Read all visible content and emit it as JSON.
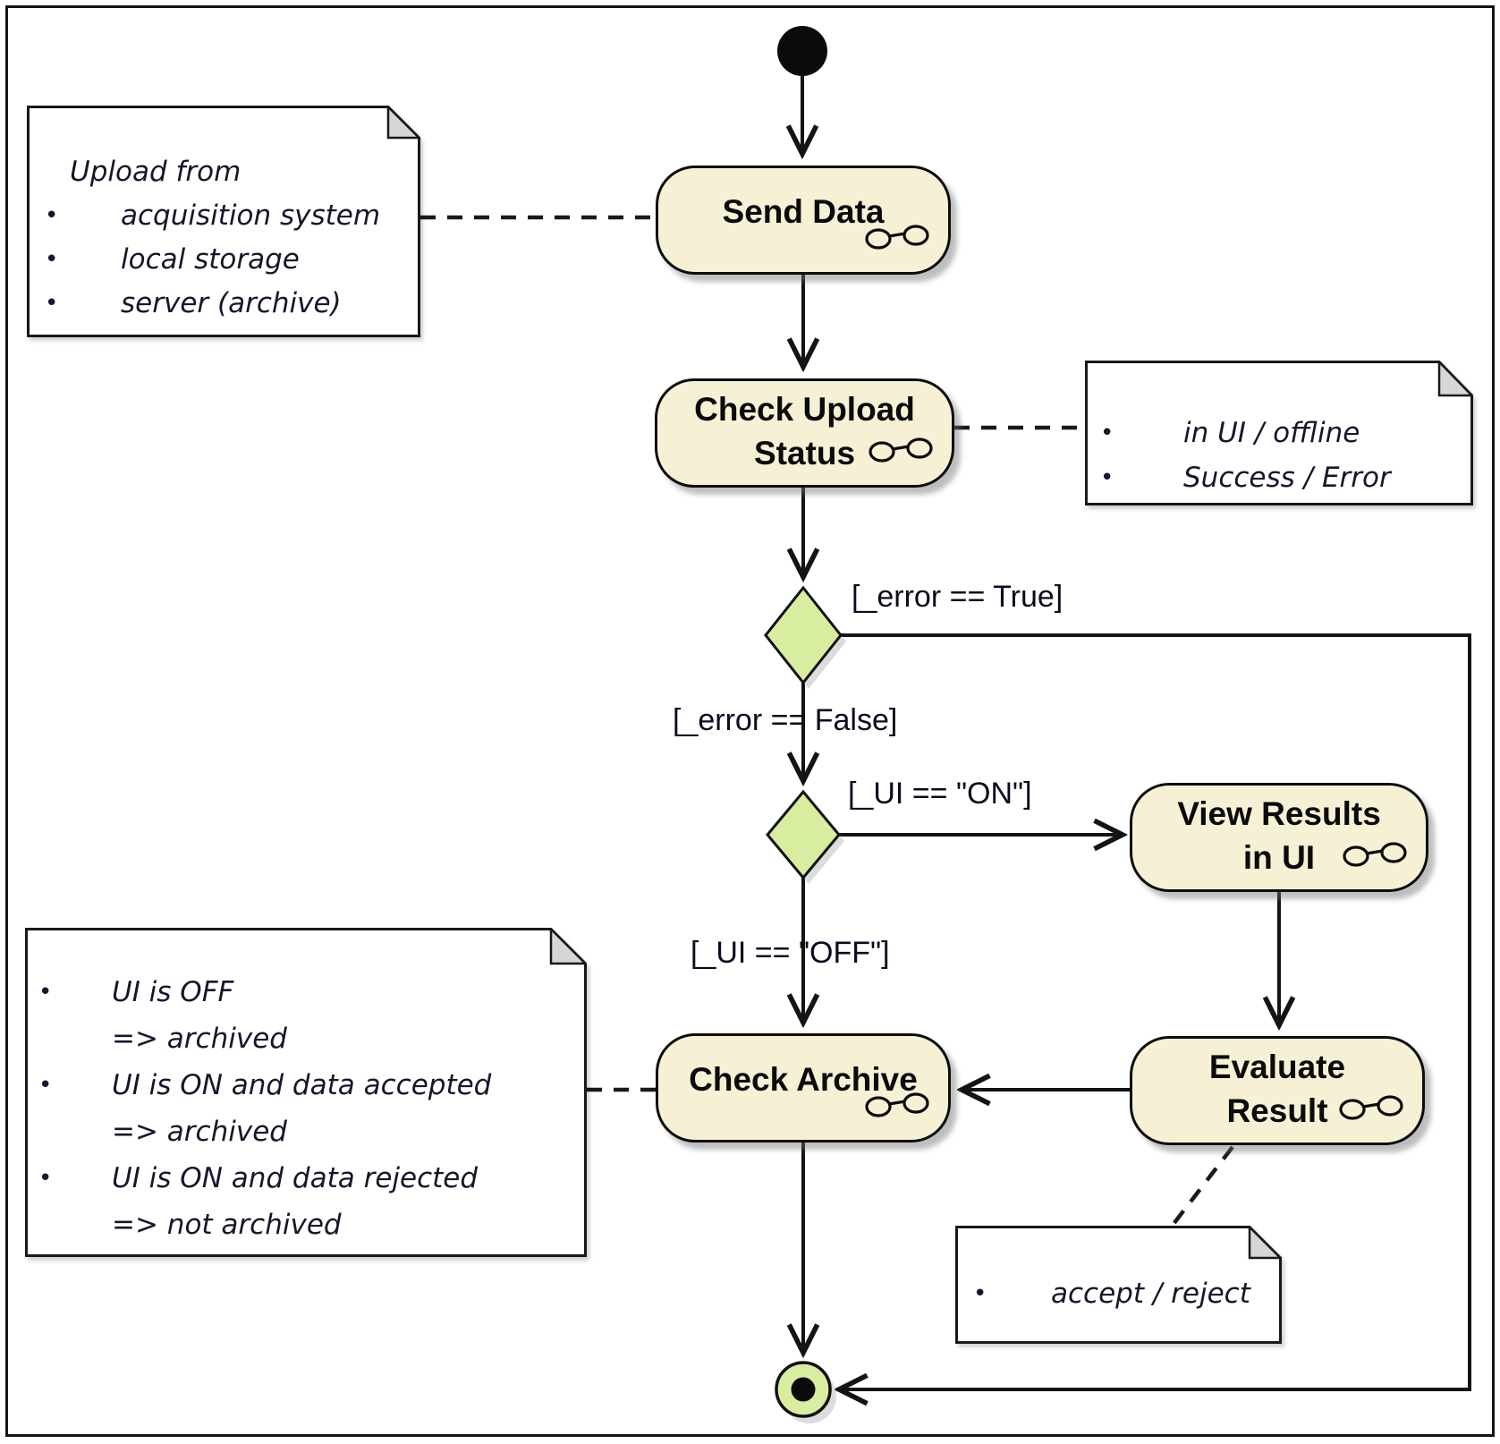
{
  "diagram": {
    "type": "uml-activity-diagram",
    "bullet": "•",
    "colors": {
      "action_fill": "#f6f1d5",
      "action_border": "#0d0d0d",
      "decision_fill": "#d9eda1",
      "final_fill": "#d9eda1",
      "note_fill": "#ffffff",
      "note_fold_fill": "#d6d6d6",
      "edge_color": "#141414",
      "background": "#ffffff"
    }
  },
  "actions": {
    "send_data": {
      "label": "Send Data"
    },
    "check_upload": {
      "line1": "Check Upload",
      "line2": "Status"
    },
    "view_results": {
      "line1": "View Results",
      "line2": "in UI"
    },
    "check_archive": {
      "label": "Check Archive"
    },
    "evaluate_result": {
      "line1": "Evaluate",
      "line2": "Result"
    }
  },
  "guards": {
    "error_true": "[_error == True]",
    "error_false": "[_error == False]",
    "ui_on": "[_UI == \"ON\"]",
    "ui_off": "[_UI == \"OFF\"]"
  },
  "notes": {
    "upload": {
      "title": "Upload from",
      "items": [
        "acquisition system",
        "local storage",
        "server (archive)"
      ]
    },
    "status": {
      "items": [
        "in UI / offline",
        "Success / Error"
      ]
    },
    "archive": {
      "items": [
        {
          "l1": "UI is OFF",
          "l2": "=> archived"
        },
        {
          "l1": "UI is ON and data accepted",
          "l2": "=> archived"
        },
        {
          "l1": "UI is ON and data rejected",
          "l2": "=> not archived"
        }
      ]
    },
    "accept": {
      "items": [
        "accept / reject"
      ]
    }
  },
  "icons": {
    "decomposition": "eyeglasses-icon"
  }
}
